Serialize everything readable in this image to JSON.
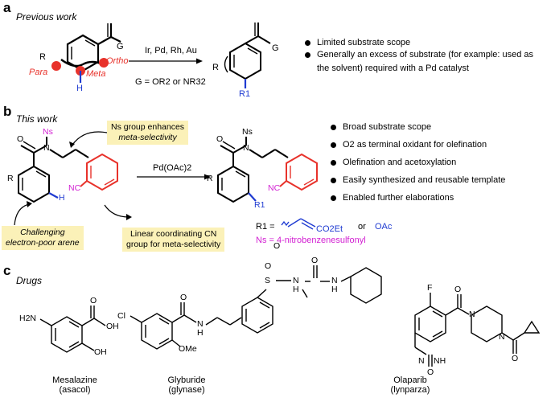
{
  "panel_a": {
    "letter": "a",
    "title": "Previous work",
    "catalysts": "Ir, Pd, Rh, Au",
    "g_definition": "G = OR2 or NR32",
    "labels": {
      "para": "Para",
      "meta": "Meta",
      "ortho": "Ortho",
      "h": "H",
      "r": "R",
      "g": "G",
      "r1": "R1"
    },
    "bullets": [
      "Limited substrate scope",
      "Generally an excess of substrate (for example: used as",
      "the solvent) required with a Pd catalyst"
    ]
  },
  "panel_b": {
    "letter": "b",
    "title": "This work",
    "callouts": {
      "ns_group": [
        "Ns group enhances",
        "meta-selectivity"
      ],
      "challenging": [
        "Challenging",
        "electron-poor arene"
      ],
      "linear": [
        "Linear coordinating CN",
        "group for meta-selectivity"
      ]
    },
    "reagent": "Pd(OAc)2",
    "atoms": {
      "ns": "Ns",
      "n": "N",
      "o": "O",
      "nc": "NC",
      "r": "R",
      "h": "H",
      "r1": "R1"
    },
    "r1_definition": "R1 =",
    "r1_option_ester": "CO2Et",
    "r1_or": "or",
    "r1_option_oac": "OAc",
    "ns_definition": "Ns = 4-nitrobenzenesulfonyl",
    "bullets": [
      "Broad substrate scope",
      "O2 as terminal oxidant for olefination",
      "Olefination and acetoxylation",
      "Easily synthesized and reusable template",
      "Enabled further elaborations"
    ]
  },
  "panel_c": {
    "letter": "c",
    "title": "Drugs",
    "drugs": [
      {
        "name": "Mesalazine",
        "brand": "(asacol)"
      },
      {
        "name": "Glyburide",
        "brand": "(glynase)"
      },
      {
        "name": "Olaparib",
        "brand": "(lynparza)"
      }
    ],
    "atoms": {
      "h2n": "H2N",
      "oh": "OH",
      "o": "O",
      "cl": "Cl",
      "ome": "OMe",
      "n": "N",
      "h": "H",
      "s": "S",
      "f": "F",
      "nh": "NH",
      "n_ring": "N"
    }
  },
  "colors": {
    "red": "#e8322b",
    "magenta": "#d21fd2",
    "blue": "#1f3bd1",
    "highlight": "#fbf1b8"
  }
}
